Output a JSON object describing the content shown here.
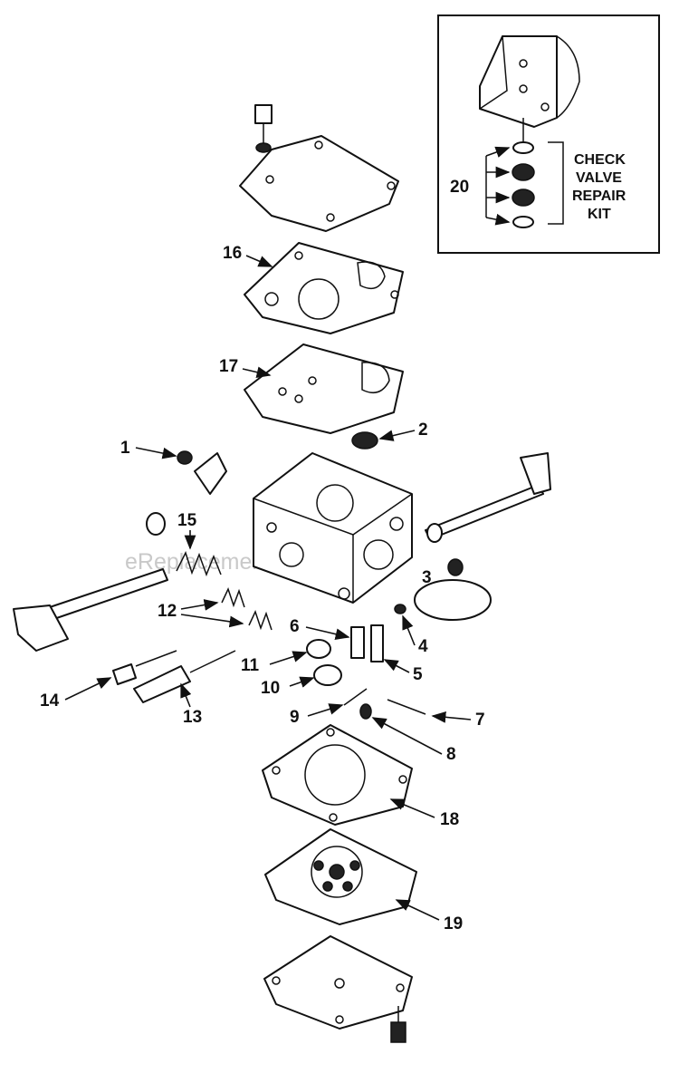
{
  "labels": {
    "p1": "1",
    "p2": "2",
    "p3": "3",
    "p4": "4",
    "p5": "5",
    "p6": "6",
    "p7": "7",
    "p8": "8",
    "p9": "9",
    "p10": "10",
    "p11": "11",
    "p12": "12",
    "p13": "13",
    "p14": "14",
    "p15": "15",
    "p16": "16",
    "p17": "17",
    "p18": "18",
    "p19": "19",
    "p20": "20"
  },
  "kit": {
    "line1": "CHECK",
    "line2": "VALVE",
    "line3": "REPAIR",
    "line4": "KIT"
  },
  "watermark": "eReplacementParts.com"
}
